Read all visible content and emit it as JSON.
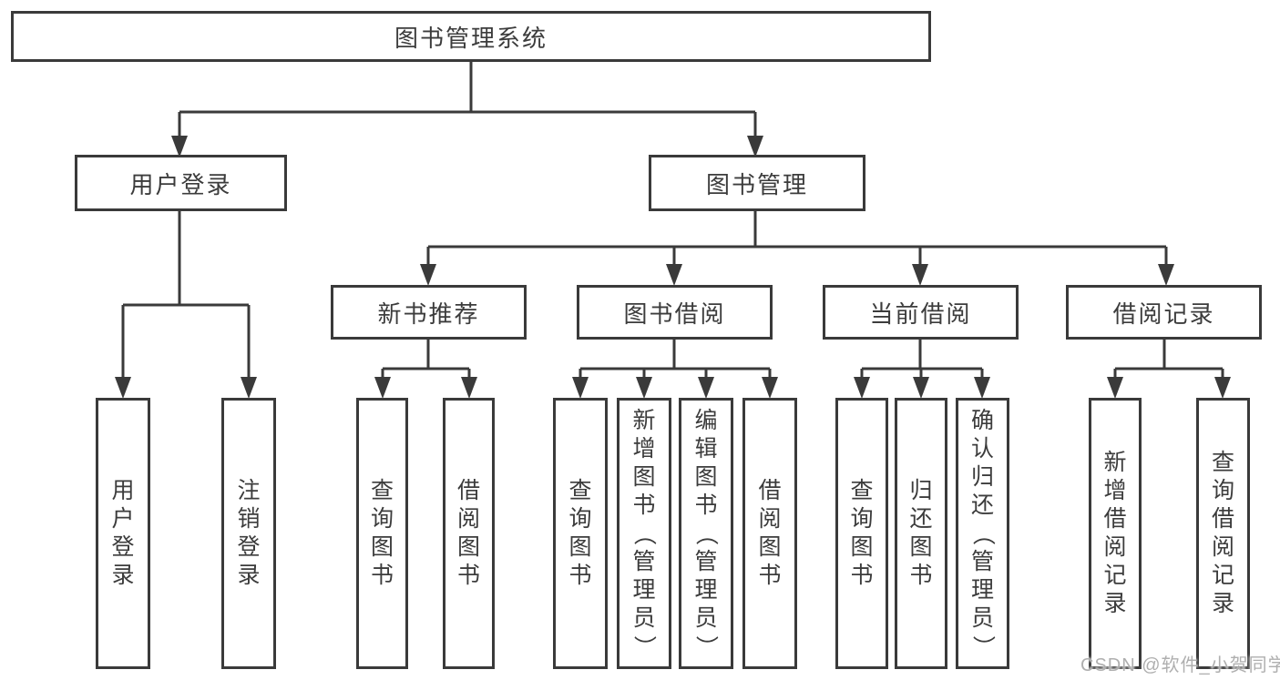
{
  "diagram": {
    "root": {
      "label": "图书管理系统"
    },
    "level2": [
      {
        "label": "用户登录"
      },
      {
        "label": "图书管理"
      }
    ],
    "level3": [
      {
        "label": "新书推荐"
      },
      {
        "label": "图书借阅"
      },
      {
        "label": "当前借阅"
      },
      {
        "label": "借阅记录"
      }
    ],
    "leaves": {
      "user_login": [
        {
          "label": "用户登录"
        },
        {
          "label": "注销登录"
        }
      ],
      "new_book": [
        {
          "label": "查询图书"
        },
        {
          "label": "借阅图书"
        }
      ],
      "book_borrow": [
        {
          "label": "查询图书"
        },
        {
          "label": "新增图书（管理员）"
        },
        {
          "label": "编辑图书（管理员）"
        },
        {
          "label": "借阅图书"
        }
      ],
      "current_borrow": [
        {
          "label": "查询图书"
        },
        {
          "label": "归还图书"
        },
        {
          "label": "确认归还（管理员）"
        }
      ],
      "borrow_records": [
        {
          "label": "新增借阅记录"
        },
        {
          "label": "查询借阅记录"
        }
      ]
    },
    "watermark": "CSDN @软件_小贺同学",
    "colors": {
      "line": "#3a3a3a",
      "box_border": "#3a3a3a",
      "box_fill": "#ffffff",
      "text": "#3c3c3c",
      "watermark": "#a8a8a8"
    }
  }
}
